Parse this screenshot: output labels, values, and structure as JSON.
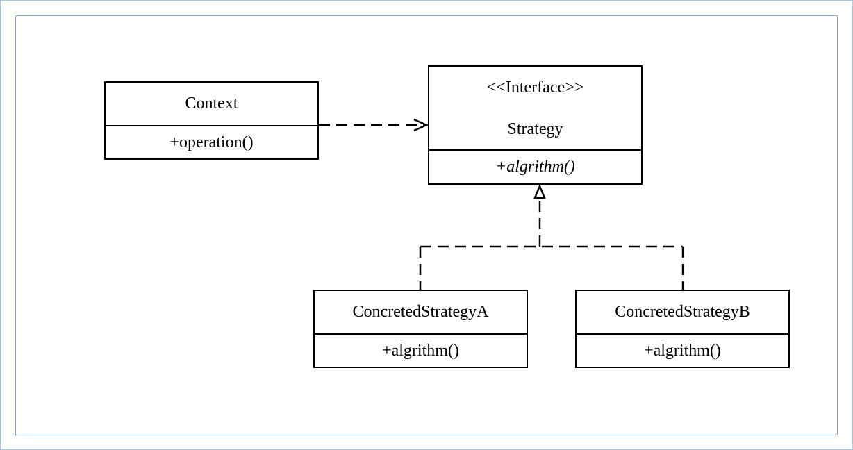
{
  "diagram": {
    "context": {
      "name": "Context",
      "operation": "+operation()"
    },
    "strategy": {
      "stereotype": "<<Interface>>",
      "name": "Strategy",
      "operation": "+algrithm()"
    },
    "concrete_a": {
      "name": "ConcretedStrategyA",
      "operation": "+algrithm()"
    },
    "concrete_b": {
      "name": "ConcretedStrategyB",
      "operation": "+algrithm()"
    },
    "relations": [
      {
        "type": "dependency",
        "from": "Context",
        "to": "Strategy"
      },
      {
        "type": "realization",
        "from": "ConcretedStrategyA",
        "to": "Strategy"
      },
      {
        "type": "realization",
        "from": "ConcretedStrategyB",
        "to": "Strategy"
      }
    ]
  }
}
